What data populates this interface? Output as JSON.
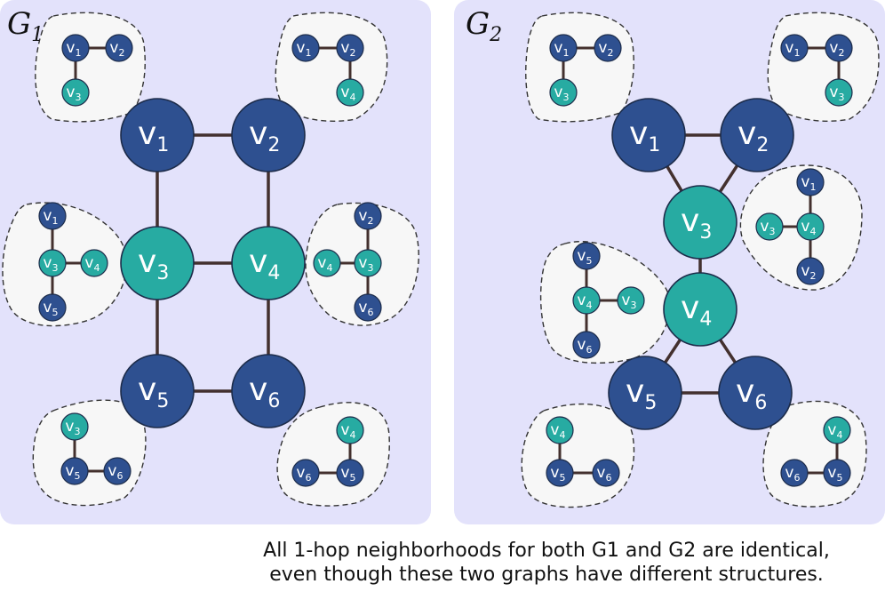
{
  "colors": {
    "panel_bg": "#e3e2fb",
    "node_dark": "#2e5090",
    "node_teal": "#27aba2",
    "edge": "#43302e",
    "blob_fill": "#f7f7f7",
    "blob_stroke": "#333333"
  },
  "panels": [
    {
      "id": "g1",
      "title": "G",
      "subscript": "1"
    },
    {
      "id": "g2",
      "title": "G",
      "subscript": "2"
    }
  ],
  "graphs": {
    "g1": {
      "nodes": [
        {
          "id": "v1",
          "label": "v",
          "sub": "1",
          "color": "dark"
        },
        {
          "id": "v2",
          "label": "v",
          "sub": "2",
          "color": "dark"
        },
        {
          "id": "v3",
          "label": "v",
          "sub": "3",
          "color": "teal"
        },
        {
          "id": "v4",
          "label": "v",
          "sub": "4",
          "color": "teal"
        },
        {
          "id": "v5",
          "label": "v",
          "sub": "5",
          "color": "dark"
        },
        {
          "id": "v6",
          "label": "v",
          "sub": "6",
          "color": "dark"
        }
      ],
      "edges": [
        [
          "v1",
          "v2"
        ],
        [
          "v1",
          "v3"
        ],
        [
          "v2",
          "v4"
        ],
        [
          "v3",
          "v4"
        ],
        [
          "v3",
          "v5"
        ],
        [
          "v4",
          "v6"
        ],
        [
          "v5",
          "v6"
        ]
      ],
      "neighborhoods": [
        {
          "center": "v1",
          "nodes": [
            {
              "sub": "1",
              "color": "dark"
            },
            {
              "sub": "2",
              "color": "dark"
            },
            {
              "sub": "3",
              "color": "teal"
            }
          ]
        },
        {
          "center": "v2",
          "nodes": [
            {
              "sub": "1",
              "color": "dark"
            },
            {
              "sub": "2",
              "color": "dark"
            },
            {
              "sub": "4",
              "color": "teal"
            }
          ]
        },
        {
          "center": "v3",
          "nodes": [
            {
              "sub": "1",
              "color": "dark"
            },
            {
              "sub": "3",
              "color": "teal"
            },
            {
              "sub": "4",
              "color": "teal"
            },
            {
              "sub": "5",
              "color": "dark"
            }
          ]
        },
        {
          "center": "v4",
          "nodes": [
            {
              "sub": "2",
              "color": "dark"
            },
            {
              "sub": "3",
              "color": "teal"
            },
            {
              "sub": "4",
              "color": "teal"
            },
            {
              "sub": "6",
              "color": "dark"
            }
          ]
        },
        {
          "center": "v5",
          "nodes": [
            {
              "sub": "3",
              "color": "teal"
            },
            {
              "sub": "5",
              "color": "dark"
            },
            {
              "sub": "6",
              "color": "dark"
            }
          ]
        },
        {
          "center": "v6",
          "nodes": [
            {
              "sub": "4",
              "color": "teal"
            },
            {
              "sub": "5",
              "color": "dark"
            },
            {
              "sub": "6",
              "color": "dark"
            }
          ]
        }
      ]
    },
    "g2": {
      "nodes": [
        {
          "id": "v1",
          "label": "v",
          "sub": "1",
          "color": "dark"
        },
        {
          "id": "v2",
          "label": "v",
          "sub": "2",
          "color": "dark"
        },
        {
          "id": "v3",
          "label": "v",
          "sub": "3",
          "color": "teal"
        },
        {
          "id": "v4",
          "label": "v",
          "sub": "4",
          "color": "teal"
        },
        {
          "id": "v5",
          "label": "v",
          "sub": "5",
          "color": "dark"
        },
        {
          "id": "v6",
          "label": "v",
          "sub": "6",
          "color": "dark"
        }
      ],
      "edges": [
        [
          "v1",
          "v2"
        ],
        [
          "v1",
          "v3"
        ],
        [
          "v2",
          "v3"
        ],
        [
          "v3",
          "v4"
        ],
        [
          "v4",
          "v5"
        ],
        [
          "v4",
          "v6"
        ],
        [
          "v5",
          "v6"
        ]
      ],
      "neighborhoods": [
        {
          "center": "v1",
          "nodes": [
            {
              "sub": "1",
              "color": "dark"
            },
            {
              "sub": "2",
              "color": "dark"
            },
            {
              "sub": "3",
              "color": "teal"
            }
          ]
        },
        {
          "center": "v2",
          "nodes": [
            {
              "sub": "1",
              "color": "dark"
            },
            {
              "sub": "2",
              "color": "dark"
            },
            {
              "sub": "3",
              "color": "teal"
            }
          ]
        },
        {
          "center": "v3",
          "nodes": [
            {
              "sub": "1",
              "color": "dark"
            },
            {
              "sub": "4",
              "color": "teal"
            },
            {
              "sub": "3",
              "color": "teal"
            },
            {
              "sub": "2",
              "color": "dark"
            }
          ]
        },
        {
          "center": "v4",
          "nodes": [
            {
              "sub": "5",
              "color": "dark"
            },
            {
              "sub": "4",
              "color": "teal"
            },
            {
              "sub": "3",
              "color": "teal"
            },
            {
              "sub": "6",
              "color": "dark"
            }
          ]
        },
        {
          "center": "v5",
          "nodes": [
            {
              "sub": "4",
              "color": "teal"
            },
            {
              "sub": "5",
              "color": "dark"
            },
            {
              "sub": "6",
              "color": "dark"
            }
          ]
        },
        {
          "center": "v6",
          "nodes": [
            {
              "sub": "4",
              "color": "teal"
            },
            {
              "sub": "5",
              "color": "dark"
            },
            {
              "sub": "6",
              "color": "dark"
            }
          ]
        }
      ]
    }
  },
  "caption": {
    "line1": "All 1-hop neighborhoods for both G1 and G2 are identical,",
    "line2": "even though these two graphs have different structures."
  }
}
